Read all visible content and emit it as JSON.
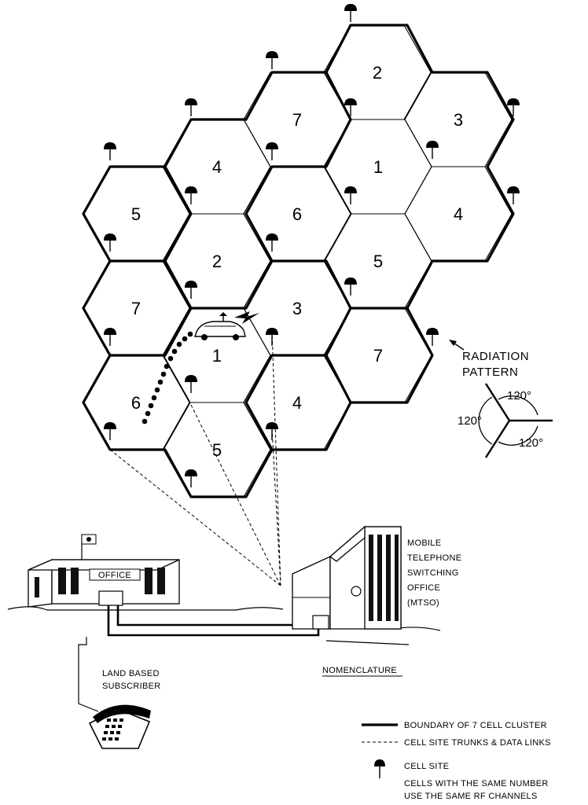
{
  "cells": [
    {
      "number": "2"
    },
    {
      "number": "7"
    },
    {
      "number": "3"
    },
    {
      "number": "4"
    },
    {
      "number": "1"
    },
    {
      "number": "5"
    },
    {
      "number": "6"
    },
    {
      "number": "4"
    },
    {
      "number": "2"
    },
    {
      "number": "5"
    },
    {
      "number": "7"
    },
    {
      "number": "3"
    },
    {
      "number": "1"
    },
    {
      "number": "7"
    },
    {
      "number": "6"
    },
    {
      "number": "4"
    },
    {
      "number": "5"
    }
  ],
  "labels": {
    "radiation_pattern": [
      "RADIATION",
      "PATTERN"
    ],
    "angles": [
      "120°",
      "120°",
      "120°"
    ],
    "mtso": [
      "MOBILE",
      "TELEPHONE",
      "SWITCHING",
      "OFFICE",
      "(MTSO)"
    ],
    "office": "OFFICE",
    "land_based": [
      "LAND BASED",
      "SUBSCRIBER"
    ],
    "nomenclature": "NOMENCLATURE"
  },
  "legend": {
    "boundary": "BOUNDARY OF 7 CELL CLUSTER",
    "trunks": "CELL SITE TRUNKS & DATA LINKS",
    "cell_site": "CELL SITE",
    "note": [
      "CELLS WITH THE SAME NUMBER",
      "USE THE SAME RF CHANNELS"
    ]
  }
}
